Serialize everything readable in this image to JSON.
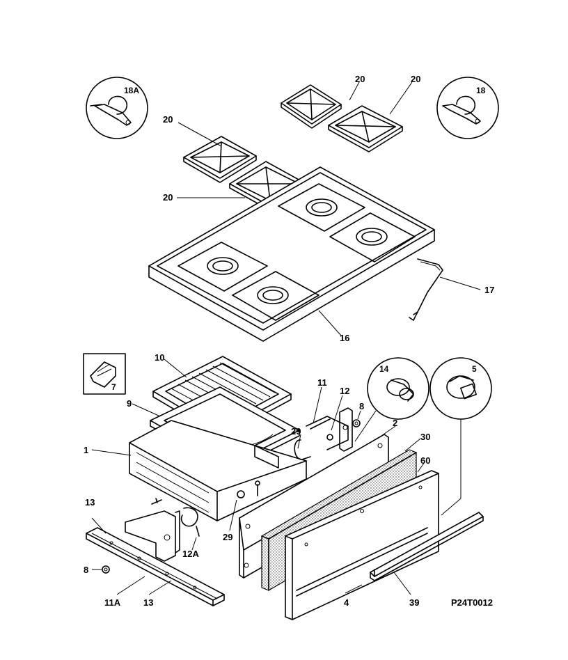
{
  "diagram_id": "P24T0012",
  "callouts": [
    {
      "key": "c18a",
      "text": "18A"
    },
    {
      "key": "c18",
      "text": "18"
    },
    {
      "key": "c20a",
      "text": "20"
    },
    {
      "key": "c20b",
      "text": "20"
    },
    {
      "key": "c20c",
      "text": "20"
    },
    {
      "key": "c20d",
      "text": "20"
    },
    {
      "key": "c17",
      "text": "17"
    },
    {
      "key": "c16",
      "text": "16"
    },
    {
      "key": "c10",
      "text": "10"
    },
    {
      "key": "c7",
      "text": "7"
    },
    {
      "key": "c9",
      "text": "9"
    },
    {
      "key": "c1",
      "text": "1"
    },
    {
      "key": "c11",
      "text": "11"
    },
    {
      "key": "c12",
      "text": "12"
    },
    {
      "key": "c8a",
      "text": "8"
    },
    {
      "key": "c14",
      "text": "14"
    },
    {
      "key": "c5",
      "text": "5"
    },
    {
      "key": "c2",
      "text": "2"
    },
    {
      "key": "c30",
      "text": "30"
    },
    {
      "key": "c60",
      "text": "60"
    },
    {
      "key": "c29a",
      "text": "29"
    },
    {
      "key": "c29b",
      "text": "29"
    },
    {
      "key": "c13a",
      "text": "13"
    },
    {
      "key": "c12a",
      "text": "12A"
    },
    {
      "key": "c8b",
      "text": "8"
    },
    {
      "key": "c11a",
      "text": "11A"
    },
    {
      "key": "c13b",
      "text": "13"
    },
    {
      "key": "c4",
      "text": "4"
    },
    {
      "key": "c39",
      "text": "39"
    }
  ]
}
